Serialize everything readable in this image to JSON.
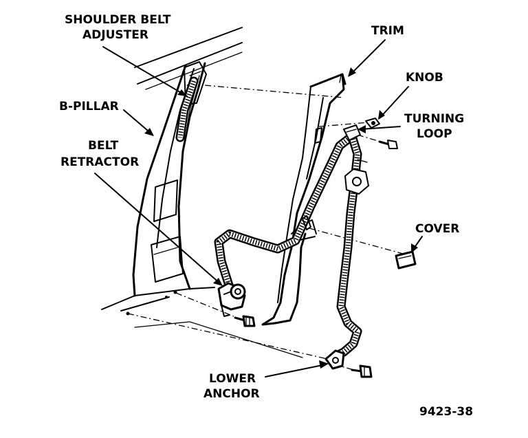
{
  "labels": {
    "shoulder_belt_adjuster_1": "SHOULDER BELT",
    "shoulder_belt_adjuster_2": "ADJUSTER",
    "b_pillar": "B-PILLAR",
    "belt_retractor_1": "BELT",
    "belt_retractor_2": "RETRACTOR",
    "trim": "TRIM",
    "knob": "KNOB",
    "turning_loop_1": "TURNING",
    "turning_loop_2": "LOOP",
    "cover": "COVER",
    "lower_anchor_1": "LOWER",
    "lower_anchor_2": "ANCHOR",
    "figure_number": "9423-38"
  }
}
